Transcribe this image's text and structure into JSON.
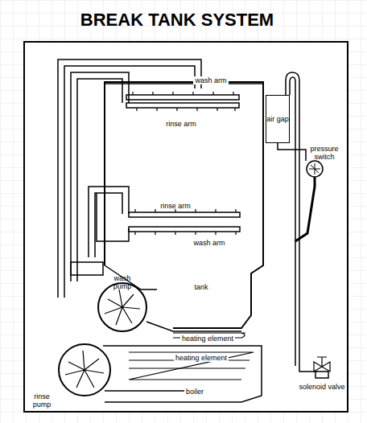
{
  "diagram": {
    "title": "BREAK TANK SYSTEM",
    "nodes": [
      {
        "text": [
          "air gap"
        ]
      }
    ],
    "edges": [],
    "labels": [
      "wash arm",
      "rinse arm",
      "rinse arm",
      "wash arm",
      "pressure switch",
      "tank",
      "wash pump",
      "heating element",
      "heating element",
      "boiler",
      "rinse pump",
      "solenoid valve"
    ]
  }
}
